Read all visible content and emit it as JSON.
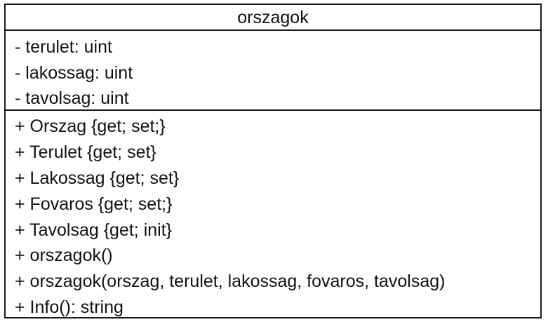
{
  "class": {
    "name": "orszagok",
    "attributes": [
      "- terulet: uint",
      "- lakossag: uint",
      "- tavolsag: uint"
    ],
    "methods": [
      "+ Orszag {get; set;}",
      "+ Terulet {get; set}",
      "+ Lakossag {get; set}",
      "+ Fovaros {get; set;}",
      "+ Tavolsag {get; init}",
      "+ orszagok()",
      "+ orszagok(orszag, terulet, lakossag, fovaros, tavolsag)",
      "+ Info(): string"
    ]
  }
}
